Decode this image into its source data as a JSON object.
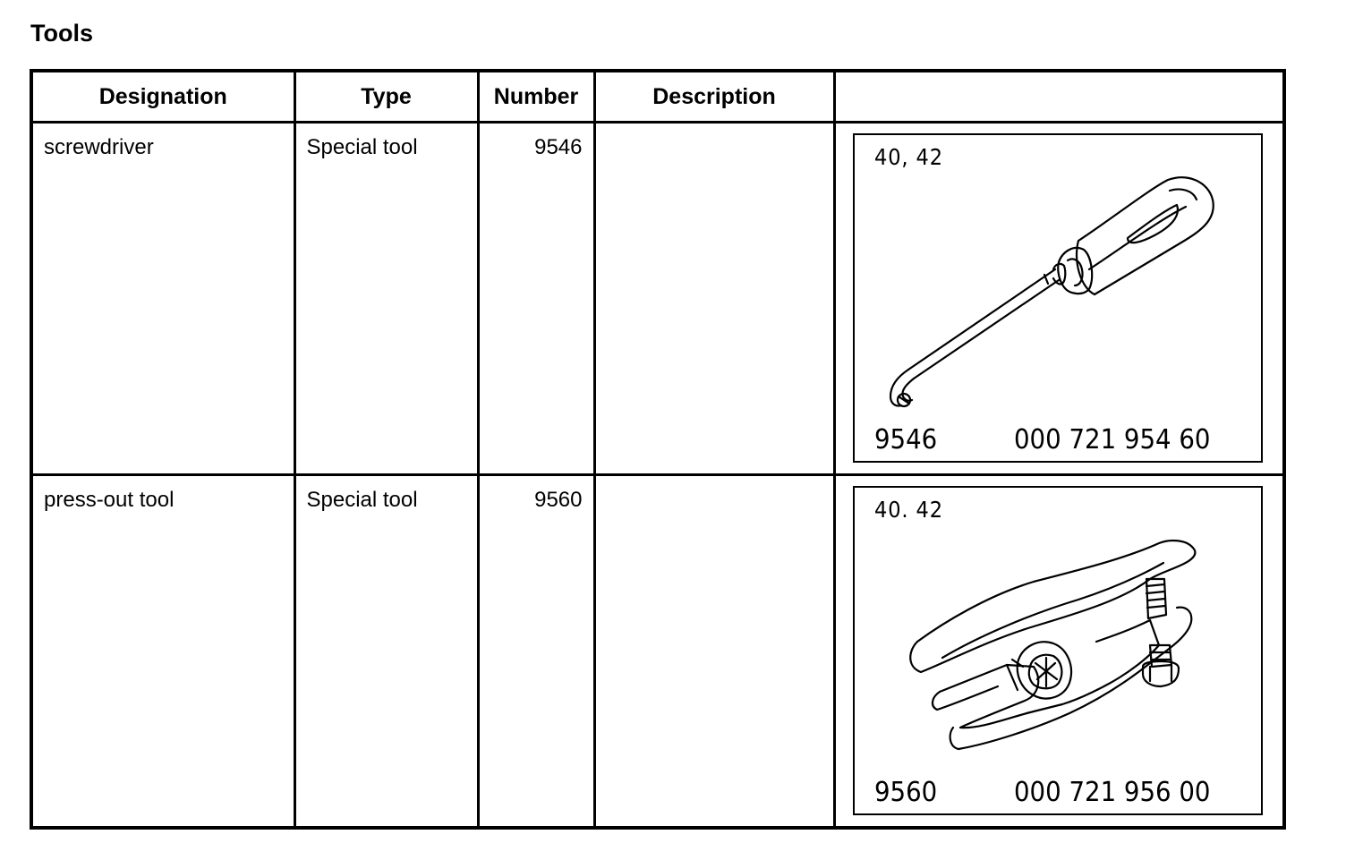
{
  "title": "Tools",
  "columns": [
    "Designation",
    "Type",
    "Number",
    "Description",
    ""
  ],
  "rows": [
    {
      "designation": "screwdriver",
      "type": "Special tool",
      "number": "9546",
      "description": "",
      "figure": {
        "ref": "40, 42",
        "tool_number": "9546",
        "part_number": "000 721 954 60",
        "icon": "screwdriver-drawing"
      }
    },
    {
      "designation": "press-out tool",
      "type": "Special tool",
      "number": "9560",
      "description": "",
      "figure": {
        "ref": "40. 42",
        "tool_number": "9560",
        "part_number": "000 721 956 00",
        "icon": "press-out-tool-drawing"
      }
    }
  ]
}
